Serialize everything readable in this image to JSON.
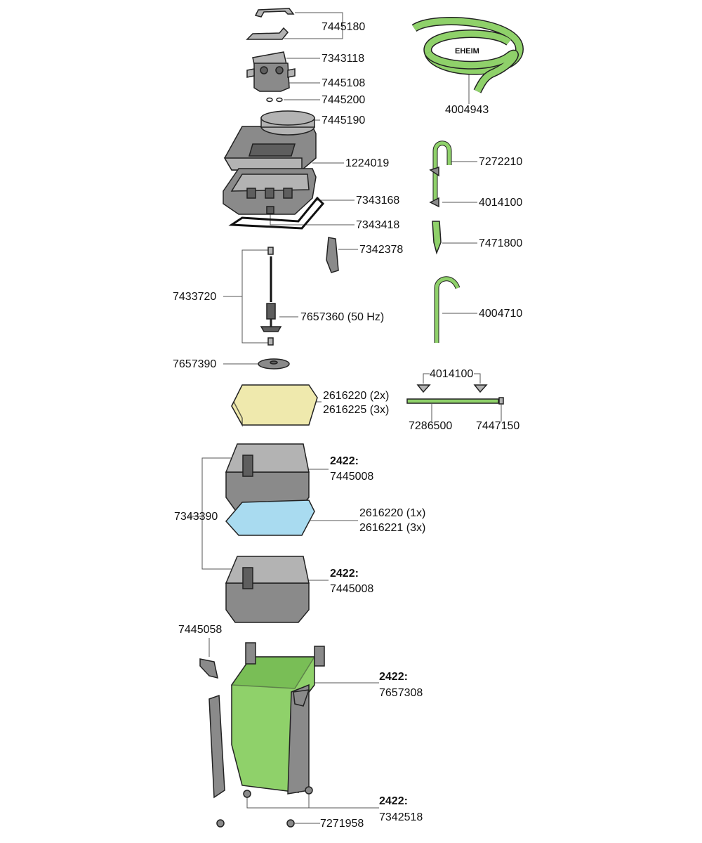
{
  "parts": {
    "p7445180": "7445180",
    "p7343118": "7343118",
    "p7445108": "7445108",
    "p7445200": "7445200",
    "p7445190": "7445190",
    "p1224019": "1224019",
    "p7343168": "7343168",
    "p7343418": "7343418",
    "p7342378": "7342378",
    "p7433720": "7433720",
    "p7657360": "7657360 (50 Hz)",
    "p7657390": "7657390",
    "p2616220a": "2616220 (2x)",
    "p2616225": "2616225 (3x)",
    "p4004943": "4004943",
    "p7272210": "7272210",
    "p4014100a": "4014100",
    "p7471800": "7471800",
    "p4004710": "4004710",
    "p4014100b": "4014100",
    "p7286500": "7286500",
    "p7447150": "7447150",
    "p2422a": "2422:",
    "p7445008a": "7445008",
    "p7343390": "7343390",
    "p2616220b": "2616220 (1x)",
    "p2616221": "2616221 (3x)",
    "p2422b": "2422:",
    "p7445008b": "7445008",
    "p7445058": "7445058",
    "p2422c": "2422:",
    "p7657308": "7657308",
    "p2422d": "2422:",
    "p7342518": "7342518",
    "p7271958": "7271958",
    "hose_print": "EHEIM"
  },
  "colors": {
    "part_grey": "#8a8a8a",
    "hose_green": "#8fd16a",
    "sponge_yellow": "#efe9ad",
    "pad_blue": "#a9dbf0"
  }
}
